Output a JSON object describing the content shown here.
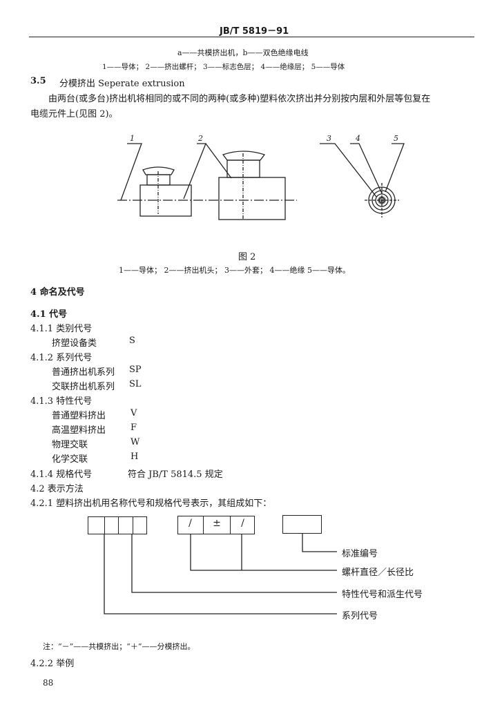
{
  "header": {
    "standard_code": "JB/T 5819－91"
  },
  "fig1_caption": {
    "line1": "a——共模挤出机，b——双色绝缘电线",
    "line2": "1——导体；  2——挤出螺杆；  3——标志色层；  4——绝缘层；  5——导体"
  },
  "section_3_5": {
    "number": "3.5",
    "title": "分模挤出 Seperate extrusion",
    "body_line1": "由两台(或多台)挤出机将相同的或不同的两种(或多种)塑料依次挤出并分别按内层和外层等包复在",
    "body_line2": "电缆元件上(见图 2)。"
  },
  "figure2": {
    "labels": [
      "1",
      "2",
      "3",
      "4",
      "5"
    ],
    "title": "图    2",
    "caption": "1——导体；   2——挤出机头；  3——外套；  4——绝缘   5——导体。"
  },
  "section_4": {
    "heading": "4   命名及代号",
    "s4_1": "4.1   代号",
    "s4_1_1": "4.1.1   类别代号",
    "s4_1_1_item": {
      "label": "挤塑设备类",
      "code": "S"
    },
    "s4_1_2": "4.1.2   系列代号",
    "s4_1_2_items": [
      {
        "label": "普通挤出机系列",
        "code": "SP"
      },
      {
        "label": "交联挤出机系列",
        "code": "SL"
      }
    ],
    "s4_1_3": "4.1.3   特性代号",
    "s4_1_3_items": [
      {
        "label": "普通塑料挤出",
        "code": "V"
      },
      {
        "label": "高温塑料挤出",
        "code": "F"
      },
      {
        "label": "物理交联",
        "code": "W"
      },
      {
        "label": "化学交联",
        "code": "H"
      }
    ],
    "s4_1_4": "4.1.4   规格代号",
    "s4_1_4_text": "符合 JB/T 5814.5 规定",
    "s4_2": "4.2   表示方法",
    "s4_2_1": "4.2.1   塑料挤出机用名称代号和规格代号表示，其组成如下："
  },
  "code_diagram": {
    "cells": [
      "/",
      "±",
      "/"
    ],
    "labels": [
      "标准编号",
      "螺杆直径／长径比",
      "特性代号和派生代号",
      "系列代号"
    ]
  },
  "note": "注：“－”——共模挤出；“＋”——分模挤出。",
  "s4_2_2": "4.2.2   举例",
  "page_number": "88"
}
